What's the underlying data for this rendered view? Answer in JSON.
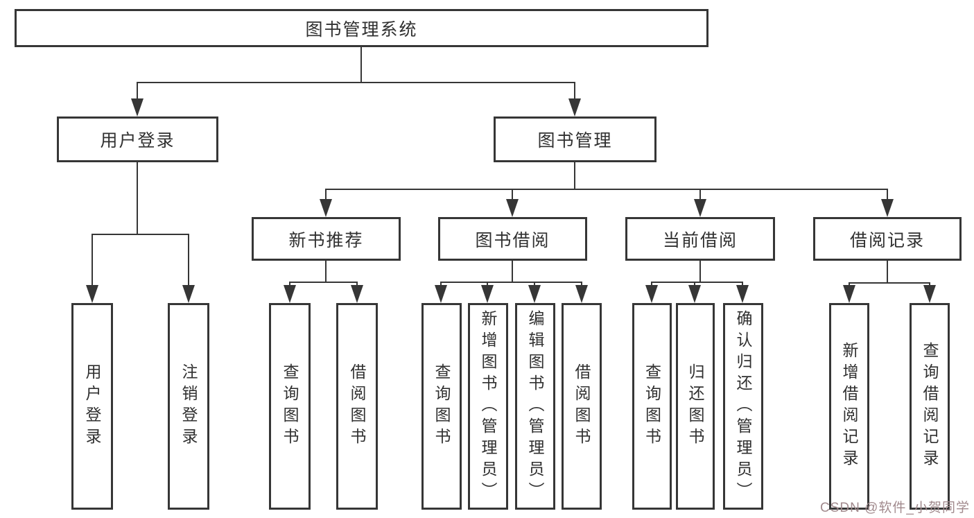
{
  "page": {
    "background": "#ffffff"
  },
  "diagram": {
    "title": "图书管理系统",
    "level2": {
      "user_login": "用户登录",
      "book_management": "图书管理"
    },
    "level3": {
      "new_book_recommend": "新书推荐",
      "book_borrow": "图书借阅",
      "current_borrow": "当前借阅",
      "borrow_records": "借阅记录"
    },
    "leaves": {
      "user": [
        "用户登录",
        "注销登录"
      ],
      "new_book": [
        "查询图书",
        "借阅图书"
      ],
      "borrow": [
        "查询图书",
        "新增图书（管理员）",
        "编辑图书（管理员）",
        "借阅图书"
      ],
      "current": [
        "查询图书",
        "归还图书",
        "确认归还（管理员）"
      ],
      "records": [
        "新增借阅记录",
        "查询借阅记录"
      ]
    },
    "line_color": "#363636",
    "text_color": "#303030"
  },
  "watermark": {
    "text": "CSDN @软件_小贺同学",
    "color": "#a18a8d"
  }
}
